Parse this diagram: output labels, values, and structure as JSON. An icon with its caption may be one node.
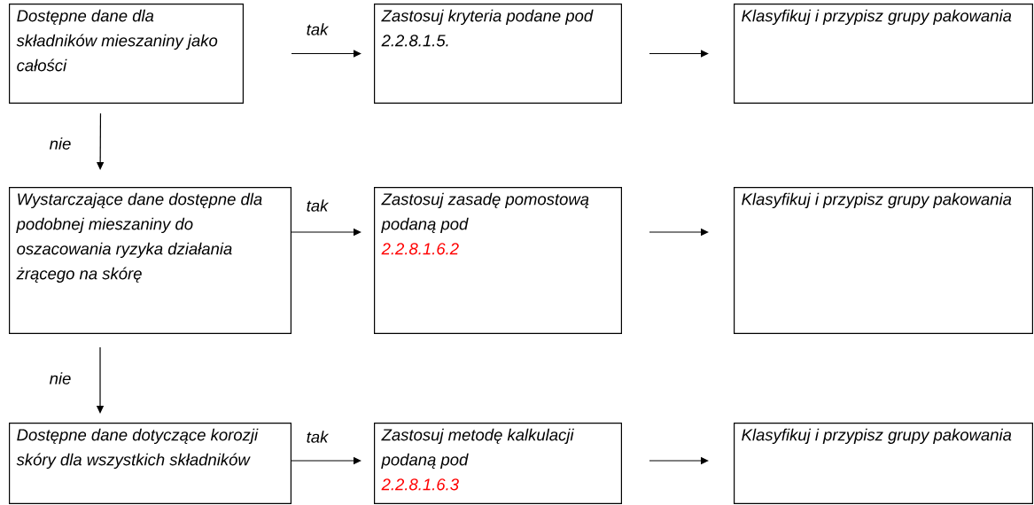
{
  "diagram": {
    "nodes": [
      {
        "text": [
          "Dostępne dane dla składników mieszaniny jako całości"
        ]
      },
      {
        "text": [
          "Zastosuj kryteria podane pod 2.2.8.1.5."
        ]
      },
      {
        "text": [
          "Klasyfikuj i przypisz grupy pakowania"
        ]
      },
      {
        "text": [
          "Wystarczające dane dostępne dla podobnej mieszaniny do oszacowania ryzyka działania żrącego na skórę"
        ]
      },
      {
        "text": [
          "Zastosuj zasadę pomostową podaną pod",
          "2.2.8.1.6.2"
        ]
      },
      {
        "text": [
          "Klasyfikuj i przypisz grupy pakowania"
        ]
      },
      {
        "text": [
          "Dostępne dane dotyczące korozji skóry dla wszystkich składników"
        ]
      },
      {
        "text": [
          "Zastosuj metodę kalkulacji podaną pod",
          "2.2.8.1.6.3"
        ]
      },
      {
        "text": [
          "Klasyfikuj i przypisz grupy pakowania"
        ]
      }
    ],
    "edges": [
      {
        "from": 0,
        "to": 1,
        "arrow": "to",
        "label": "tak"
      },
      {
        "from": 1,
        "to": 2,
        "arrow": "to"
      },
      {
        "from": 0,
        "to": 3,
        "arrow": "to",
        "label": "nie"
      },
      {
        "from": 3,
        "to": 4,
        "arrow": "to",
        "label": "tak"
      },
      {
        "from": 4,
        "to": 5,
        "arrow": "to"
      },
      {
        "from": 3,
        "to": 6,
        "arrow": "to",
        "label": "nie"
      },
      {
        "from": 6,
        "to": 7,
        "arrow": "to",
        "label": "tak"
      },
      {
        "from": 7,
        "to": 8,
        "arrow": "to"
      }
    ]
  }
}
